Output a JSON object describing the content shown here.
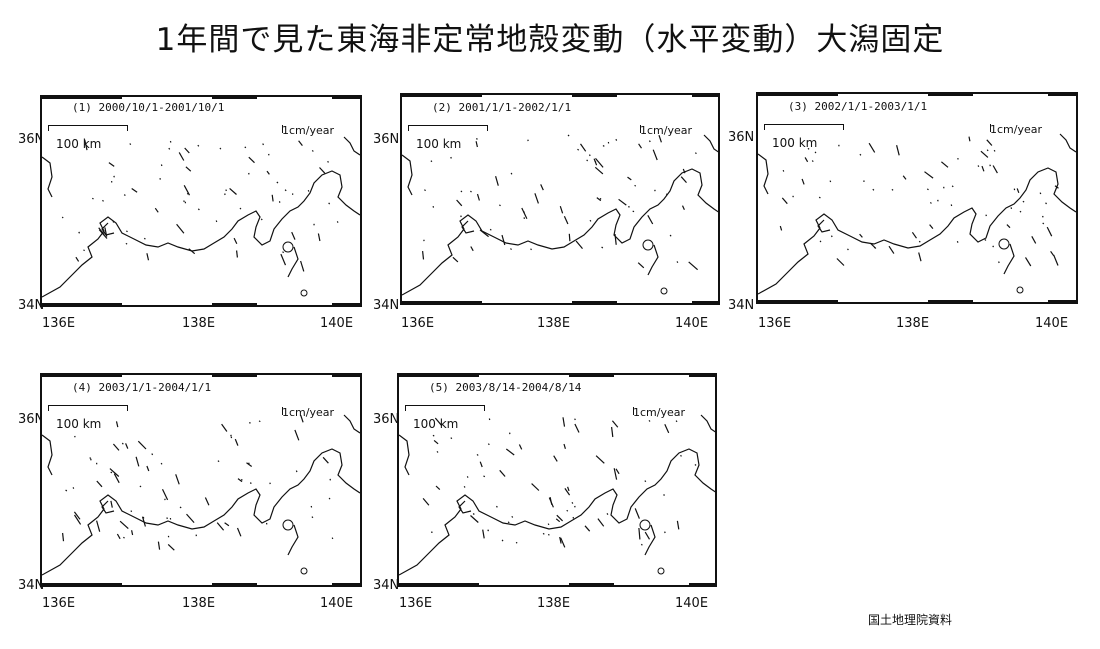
{
  "title": "1年間で見た東海非定常地殻変動（水平変動）大潟固定",
  "credit": "国土地理院資料",
  "common": {
    "scale_label": "100 km",
    "ref_vector_label": "1cm/year",
    "lat_top": "36N",
    "lat_bottom": "34N",
    "lon_labels": [
      "136E",
      "138E",
      "140E"
    ]
  },
  "panels": [
    {
      "label": "(1) 2000/10/1-2001/10/1"
    },
    {
      "label": "(2) 2001/1/1-2002/1/1"
    },
    {
      "label": "(3) 2002/1/1-2003/1/1"
    },
    {
      "label": "(4) 2003/1/1-2004/1/1"
    },
    {
      "label": "(5) 2003/8/14-2004/8/14"
    }
  ],
  "line_color": "#111111"
}
